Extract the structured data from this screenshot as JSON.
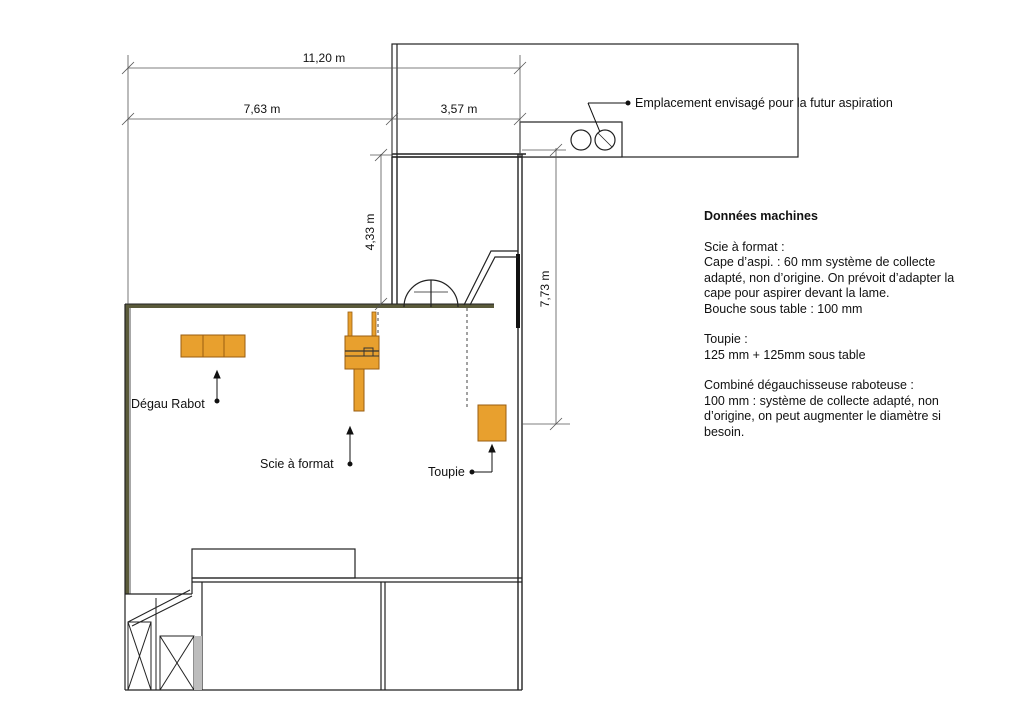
{
  "dimensions": {
    "total_width": "11,20 m",
    "left_width": "7,63 m",
    "right_width": "3,57 m",
    "corridor_depth": "4,33 m",
    "right_depth": "7,73 m"
  },
  "labels": {
    "aspiration": "Emplacement envisagé pour la futur aspiration",
    "degau": "Dégau Rabot",
    "scie": "Scie à format",
    "toupie": "Toupie"
  },
  "notes": {
    "title": "Données machines",
    "sections": [
      [
        "Scie à format :",
        "Cape d’aspi. : 60 mm système de collecte",
        "adapté, non d’origine. On prévoit d’adapter la",
        "cape pour aspirer devant la lame.",
        "Bouche sous table : 100 mm"
      ],
      [
        "Toupie :",
        "125 mm + 125mm sous table"
      ],
      [
        "Combiné dégauchisseuse raboteuse :",
        "100 mm : système de collecte adapté, non",
        "d’origine, on peut augmenter le diamètre si",
        "besoin."
      ]
    ]
  },
  "colors": {
    "machine_fill": "#E8A02E",
    "machine_stroke": "#9A5E10",
    "wall": "#222222",
    "dim_line": "#555555"
  }
}
